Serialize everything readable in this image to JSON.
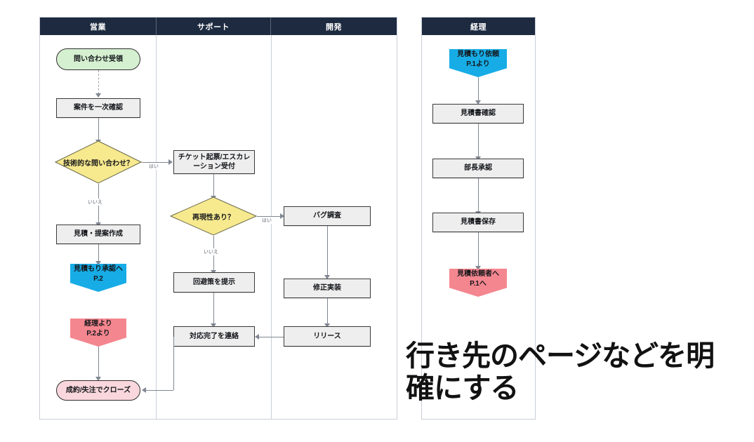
{
  "diagram": {
    "title_annotation": "行き先のページなどを明確にする",
    "colors": {
      "lane_header_bg": "#1d2a40",
      "lane_header_text": "#ffffff",
      "process_fill": "#eeeeee",
      "decision_fill": "#f7e98e",
      "start_fill": "#d5f0d0",
      "end_fill": "#f9d7dc",
      "offpage_blue": "#17ace6",
      "offpage_red": "#f4868f",
      "connector": "#808792",
      "pool_border": "#c9ced6"
    }
  },
  "pool_main": {
    "lanes": [
      {
        "label": "営業"
      },
      {
        "label": "サポート"
      },
      {
        "label": "開発"
      }
    ]
  },
  "pool_side": {
    "lanes": [
      {
        "label": "経理"
      }
    ]
  },
  "nodes": {
    "sales": [
      {
        "id": "inquiry",
        "label": "問い合わせ受領",
        "shape": "terminator-start"
      },
      {
        "id": "first-check",
        "label": "案件を一次確認",
        "shape": "process"
      },
      {
        "id": "tech-question",
        "label": "技術的な問い合わせ？",
        "shape": "decision"
      },
      {
        "id": "proposal",
        "label": "見積・提案作成",
        "shape": "process"
      },
      {
        "id": "to-approval",
        "label": "見積もり承認へ",
        "sub": "P.2",
        "shape": "offpage-blue"
      },
      {
        "id": "from-accounting",
        "label": "経理より",
        "sub": "P.2より",
        "shape": "offpage-red"
      },
      {
        "id": "close",
        "label": "成約/失注でクローズ",
        "shape": "terminator-end"
      }
    ],
    "support": [
      {
        "id": "ticket",
        "label": "チケット起票/エスカレーション受付",
        "shape": "process"
      },
      {
        "id": "reproduce",
        "label": "再現性あり？",
        "shape": "decision"
      },
      {
        "id": "workaround",
        "label": "回避策を提示",
        "shape": "process"
      },
      {
        "id": "notify-done",
        "label": "対応完了を連絡",
        "shape": "process"
      }
    ],
    "dev": [
      {
        "id": "bug-invest",
        "label": "バグ調査",
        "shape": "process"
      },
      {
        "id": "fix-impl",
        "label": "修正実装",
        "shape": "process"
      },
      {
        "id": "release",
        "label": "リリース",
        "shape": "process"
      }
    ],
    "accounting": [
      {
        "id": "quote-request",
        "label": "見積もり依頼",
        "sub": "P.1より",
        "shape": "offpage-blue"
      },
      {
        "id": "quote-check",
        "label": "見積書確認",
        "shape": "process"
      },
      {
        "id": "mgr-approve",
        "label": "部長承認",
        "shape": "process"
      },
      {
        "id": "quote-save",
        "label": "見積書保存",
        "shape": "process"
      },
      {
        "id": "to-requester",
        "label": "見積依頼者へ",
        "sub": "P.1へ",
        "shape": "offpage-red"
      }
    ]
  },
  "edge_labels": {
    "yes_tech": "はい",
    "no_tech": "いいえ",
    "yes_repro": "はい",
    "no_repro": "いいえ"
  }
}
